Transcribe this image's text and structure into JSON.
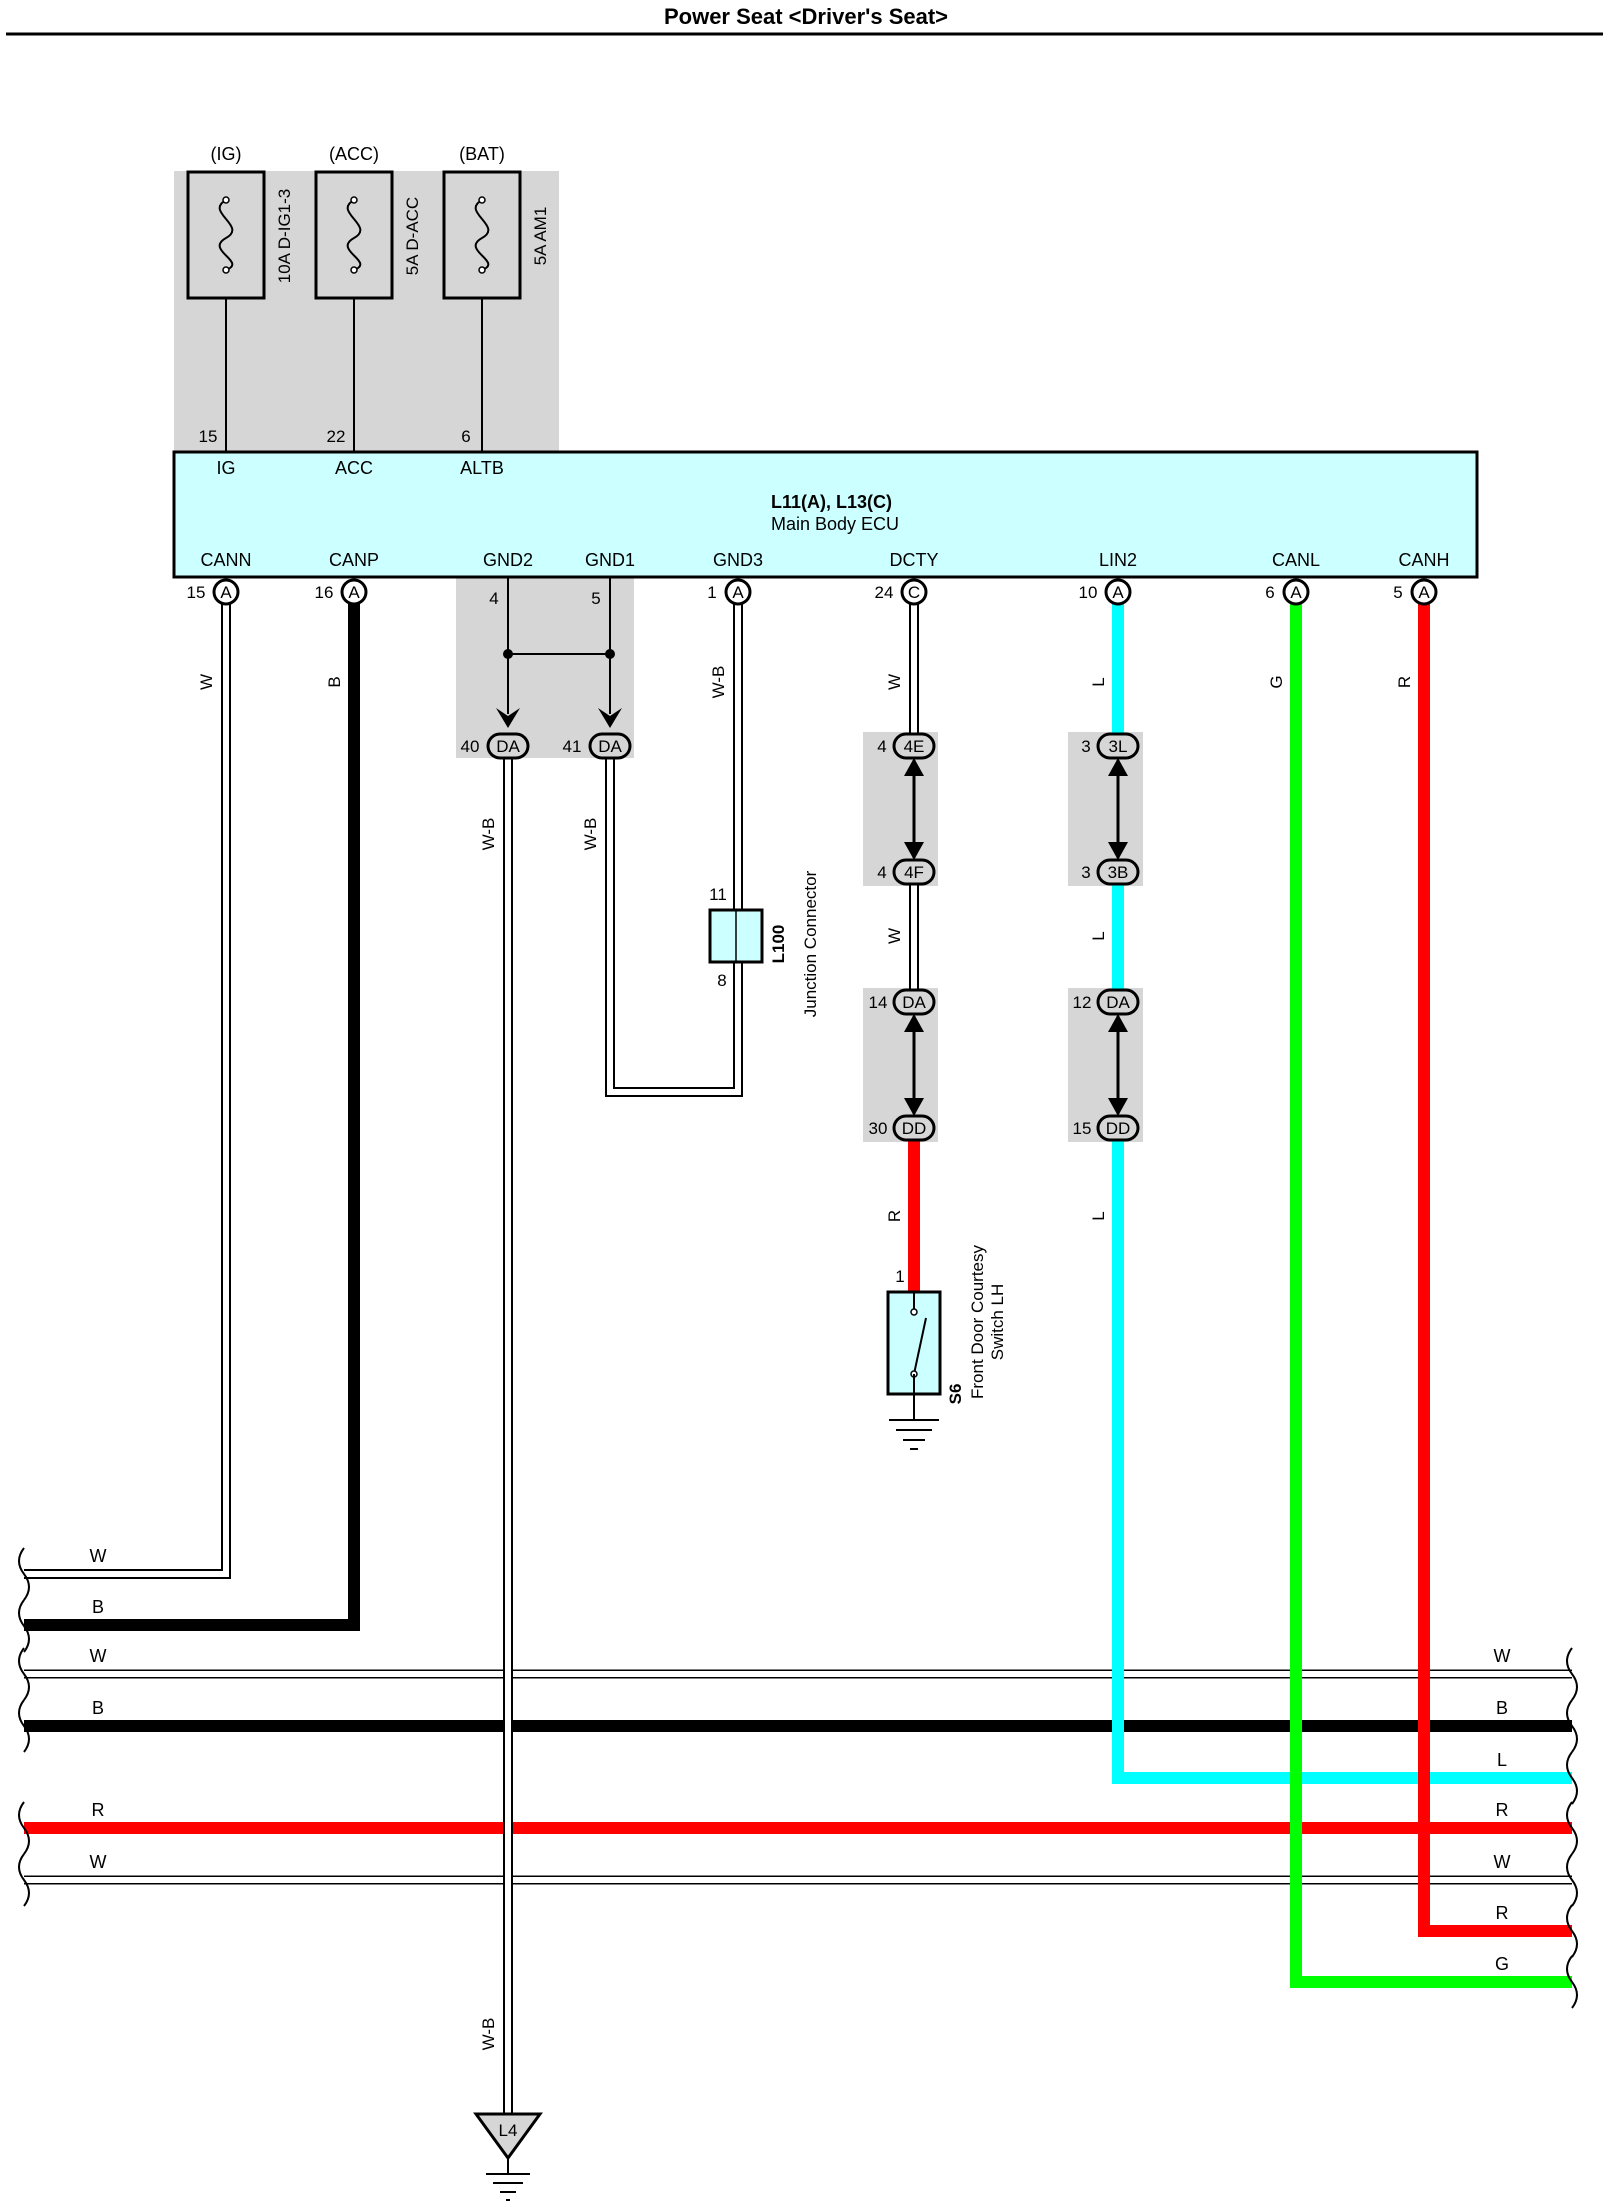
{
  "title": "Power Seat <Driver's Seat>",
  "fuses": [
    {
      "source": "(IG)",
      "rating": "10A D-IG1-3",
      "pin": "15",
      "terminal": "IG"
    },
    {
      "source": "(ACC)",
      "rating": "5A D-ACC",
      "pin": "22",
      "terminal": "ACC"
    },
    {
      "source": "(BAT)",
      "rating": "5A AM1",
      "pin": "6",
      "terminal": "ALTB"
    }
  ],
  "ecu": {
    "code": "L11(A), L13(C)",
    "name": "Main Body ECU",
    "terminals": [
      {
        "label": "CANN",
        "pin": "15",
        "connector": "A",
        "wire": "W"
      },
      {
        "label": "CANP",
        "pin": "16",
        "connector": "A",
        "wire": "B"
      },
      {
        "label": "GND2",
        "pin": "4",
        "connector": "",
        "wire": ""
      },
      {
        "label": "GND1",
        "pin": "5",
        "connector": "",
        "wire": ""
      },
      {
        "label": "GND3",
        "pin": "1",
        "connector": "A",
        "wire": "W-B"
      },
      {
        "label": "DCTY",
        "pin": "24",
        "connector": "C",
        "wire": "W"
      },
      {
        "label": "LIN2",
        "pin": "10",
        "connector": "A",
        "wire": "L"
      },
      {
        "label": "CANL",
        "pin": "6",
        "connector": "A",
        "wire": "G"
      },
      {
        "label": "CANH",
        "pin": "5",
        "connector": "A",
        "wire": "R"
      }
    ]
  },
  "ground_junction": {
    "left": {
      "pin": "40",
      "code": "DA",
      "wire": "W-B"
    },
    "right": {
      "pin": "41",
      "code": "DA",
      "wire": "W-B"
    }
  },
  "junction_connector": {
    "code": "L100",
    "name": "Junction Connector",
    "pin_top": "11",
    "pin_bottom": "8"
  },
  "dcty_chain": [
    {
      "pin": "4",
      "code": "4E"
    },
    {
      "pin": "4",
      "code": "4F"
    },
    {
      "pin": "14",
      "code": "DA"
    },
    {
      "pin": "30",
      "code": "DD"
    }
  ],
  "dcty_wires": [
    "W",
    "R"
  ],
  "lin_chain": [
    {
      "pin": "3",
      "code": "3L"
    },
    {
      "pin": "3",
      "code": "3B"
    },
    {
      "pin": "12",
      "code": "DA"
    },
    {
      "pin": "15",
      "code": "DD"
    }
  ],
  "lin_wires": [
    "L",
    "L"
  ],
  "switch": {
    "code": "S6",
    "name1": "Front Door Courtesy",
    "name2": "Switch LH",
    "pin": "1"
  },
  "ground": {
    "code": "L4",
    "wire": "W-B"
  },
  "bus_left_labels": [
    "W",
    "B",
    "W",
    "B",
    "R",
    "W"
  ],
  "bus_right_labels": [
    "W",
    "B",
    "L",
    "R",
    "W",
    "R",
    "G"
  ],
  "colors": {
    "white_wire": "#ffffff",
    "black_wire": "#000000",
    "red_wire": "#ff0000",
    "cyan_wire": "#00ffff",
    "green_wire": "#00ff00",
    "ecu_fill": "#ccffff",
    "shade": "#d6d6d6"
  }
}
